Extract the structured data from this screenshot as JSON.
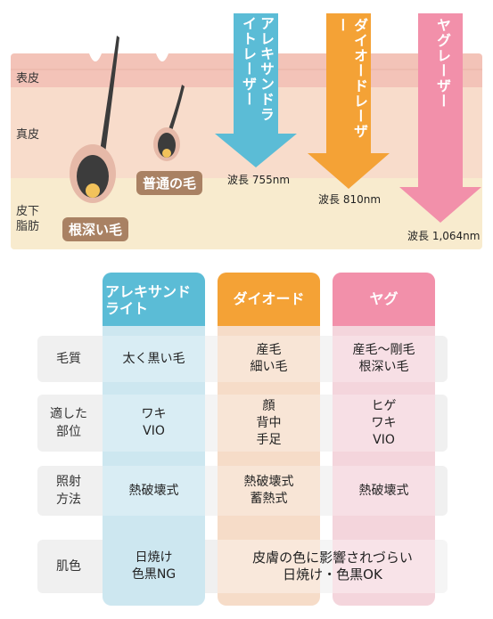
{
  "diagram": {
    "layers": [
      {
        "key": "epidermis",
        "label": "表皮"
      },
      {
        "key": "dermis",
        "label": "真皮"
      },
      {
        "key": "subcutaneous",
        "label": "皮下\n脂肪"
      }
    ],
    "hair_labels": {
      "deep": "根深い毛",
      "fine": "普通の毛"
    },
    "lasers": [
      {
        "key": "alexandrite",
        "label": "アレキサンドライトレーザー",
        "wavelength": "波長 755nm",
        "color": "#5bbcd6"
      },
      {
        "key": "diode",
        "label": "ダイオードレーザー",
        "wavelength": "波長 810nm",
        "color": "#f4a236"
      },
      {
        "key": "yag",
        "label": "ヤグレーザー",
        "wavelength": "波長 1,064nm",
        "color": "#f290aa"
      }
    ],
    "colors": {
      "epidermis": "#f3c3b8",
      "dermis": "#f8dccb",
      "subcutaneous": "#f8ebce",
      "hair": "#3c3c3c",
      "bulb": "#f2c25b"
    }
  },
  "table": {
    "columns": [
      {
        "key": "alex",
        "header": "アレキサンド\nライト",
        "color": "#5bbcd6",
        "cell_bg": "#cde7f0"
      },
      {
        "key": "diode",
        "header": "ダイオード",
        "color": "#f4a236",
        "cell_bg": "#f6dcc8"
      },
      {
        "key": "yag",
        "header": "ヤグ",
        "color": "#f290aa",
        "cell_bg": "#f4d5dc"
      }
    ],
    "rows": [
      {
        "label": "毛質",
        "cells": [
          "太く黒い毛",
          "産毛\n細い毛",
          "産毛〜剛毛\n根深い毛"
        ]
      },
      {
        "label": "適した\n部位",
        "cells": [
          "ワキ\nVIO",
          "顔\n背中\n手足",
          "ヒゲ\nワキ\nVIO"
        ]
      },
      {
        "label": "照射\n方法",
        "cells": [
          "熱破壊式",
          "熱破壊式\n蓄熱式",
          "熱破壊式"
        ]
      },
      {
        "label": "肌色",
        "cells": [
          "日焼け\n色黒NG"
        ],
        "merged": "皮膚の色に影響されづらい\n日焼け・色黒OK"
      }
    ]
  }
}
